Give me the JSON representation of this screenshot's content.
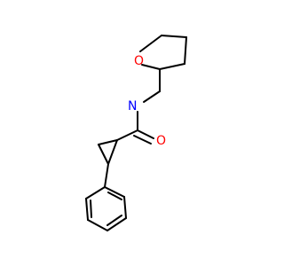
{
  "molecule": {
    "atoms": {
      "oxygen_ring": {
        "symbol": "O",
        "color": "#ff0000"
      },
      "nitrogen": {
        "symbol": "N",
        "color": "#0000ff"
      },
      "oxygen_carbonyl": {
        "symbol": "O",
        "color": "#ff0000"
      }
    },
    "bond_color": "#000000"
  }
}
